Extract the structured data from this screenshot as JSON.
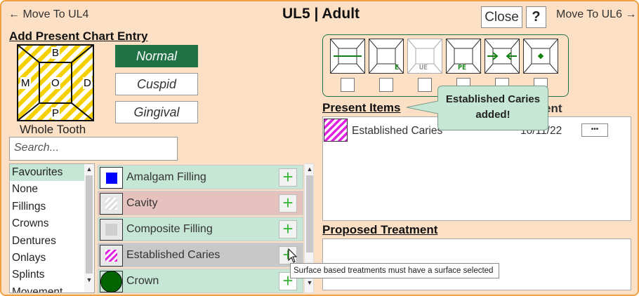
{
  "header": {
    "prev_label": "← Move To UL4",
    "title": "UL5 | Adult",
    "close_label": "Close",
    "help_label": "?",
    "next_label": "Move To UL6 →"
  },
  "chart_entry": {
    "heading": "Add Present Chart Entry",
    "surfaces": {
      "top": "B",
      "bottom": "P",
      "left": "M",
      "right": "D",
      "center": "O"
    },
    "whole_tooth_label": "Whole Tooth",
    "buttons": [
      {
        "label": "Normal",
        "active": true
      },
      {
        "label": "Cuspid",
        "active": false
      },
      {
        "label": "Gingival",
        "active": false
      }
    ]
  },
  "search": {
    "placeholder": "Search..."
  },
  "categories": [
    "Favourites",
    "None",
    "Fillings",
    "Crowns",
    "Dentures",
    "Onlays",
    "Splints",
    "Movement"
  ],
  "selected_category": "Favourites",
  "treatments": [
    {
      "name": "Amalgam Filling",
      "bg": "#c6e6d6",
      "swatch": "blue",
      "add": "+"
    },
    {
      "name": "Cavity",
      "bg": "#e6c2be",
      "swatch": "hatch-grey",
      "add": "+"
    },
    {
      "name": "Composite Filling",
      "bg": "#c6e6d6",
      "swatch": "light-grey",
      "add": "+"
    },
    {
      "name": "Established Caries",
      "bg": "#c8c8c8",
      "swatch": "hatch-magenta",
      "add": "+"
    },
    {
      "name": "Crown",
      "bg": "#c6e6d6",
      "swatch": "green-circle",
      "add": "+"
    }
  ],
  "tooth_types": [
    {
      "name": "bridge-pontic-icon",
      "label": ""
    },
    {
      "name": "erupting-tooth-icon",
      "label": "E"
    },
    {
      "name": "unerupted-tooth-icon",
      "label": "UE"
    },
    {
      "name": "partially-erupted-icon",
      "label": "PE"
    },
    {
      "name": "drift-icon",
      "label": ""
    },
    {
      "name": "rotation-icon",
      "label": ""
    }
  ],
  "present_items": {
    "heading": "Present Items",
    "partial_heading": "ent",
    "rows": [
      {
        "name": "Established Caries",
        "date": "10/11/22",
        "menu": "•••"
      }
    ]
  },
  "proposed_treatment": {
    "heading": "Proposed Treatment"
  },
  "callout": {
    "line1": "Established Caries",
    "line2": "added!"
  },
  "tooltip": {
    "text": "Surface based treatments must have a surface selected"
  },
  "colors": {
    "accent_green": "#217346",
    "background": "#fce0c6",
    "border_orange": "#f0a040"
  }
}
